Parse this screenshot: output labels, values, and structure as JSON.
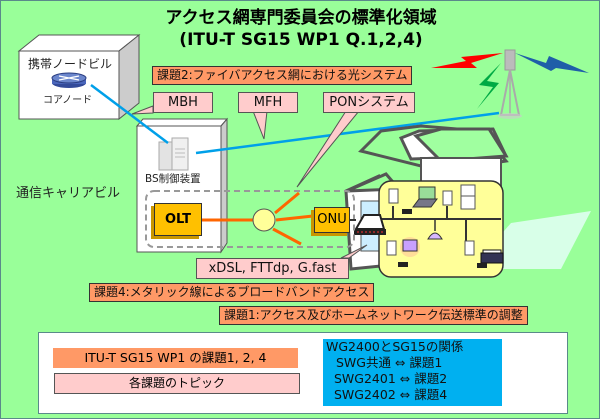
{
  "title": {
    "line1": "アクセス網専門委員会の標準化領域",
    "line2": "(ITU-T SG15 WP1 Q.1,2,4)"
  },
  "buildings": {
    "mobile_node": "携帯ノードビル",
    "core_node": "コアノード",
    "carrier": "通信キャリアビル",
    "bs_controller": "BS制御装置"
  },
  "devices": {
    "olt": "OLT",
    "onu": "ONU"
  },
  "topics": {
    "q2": "課題2:ファイバアクセス網における光システム",
    "q4": "課題4:メタリック線によるブロードバンドアクセス",
    "q1": "課題1:アクセス及びホームネットワーク伝送標準の調整"
  },
  "callouts": {
    "mbh": "MBH",
    "mfh": "MFH",
    "pon": "PONシステム",
    "xdsl": "xDSL, FTTdp, G.fast"
  },
  "legend": {
    "questions": "ITU-T SG15 WP1 の課題1, 2, 4",
    "topics": "各課題のトピック",
    "relation_title": "WG2400とSG15の関係",
    "relations": [
      "SWG共通 ⇔ 課題1",
      "SWG2401 ⇔ 課題2",
      "SWG2402 ⇔ 課題4"
    ]
  },
  "colors": {
    "background": "#99ff99",
    "topic_orange": "#ff9966",
    "callout_pink": "#ffcccc",
    "relation_blue": "#00b0f0",
    "fiber_orange": "#ff6600",
    "link_blue": "#00a0e9",
    "node_yellow": "#ffc000",
    "home_yellow": "#ffff99"
  }
}
